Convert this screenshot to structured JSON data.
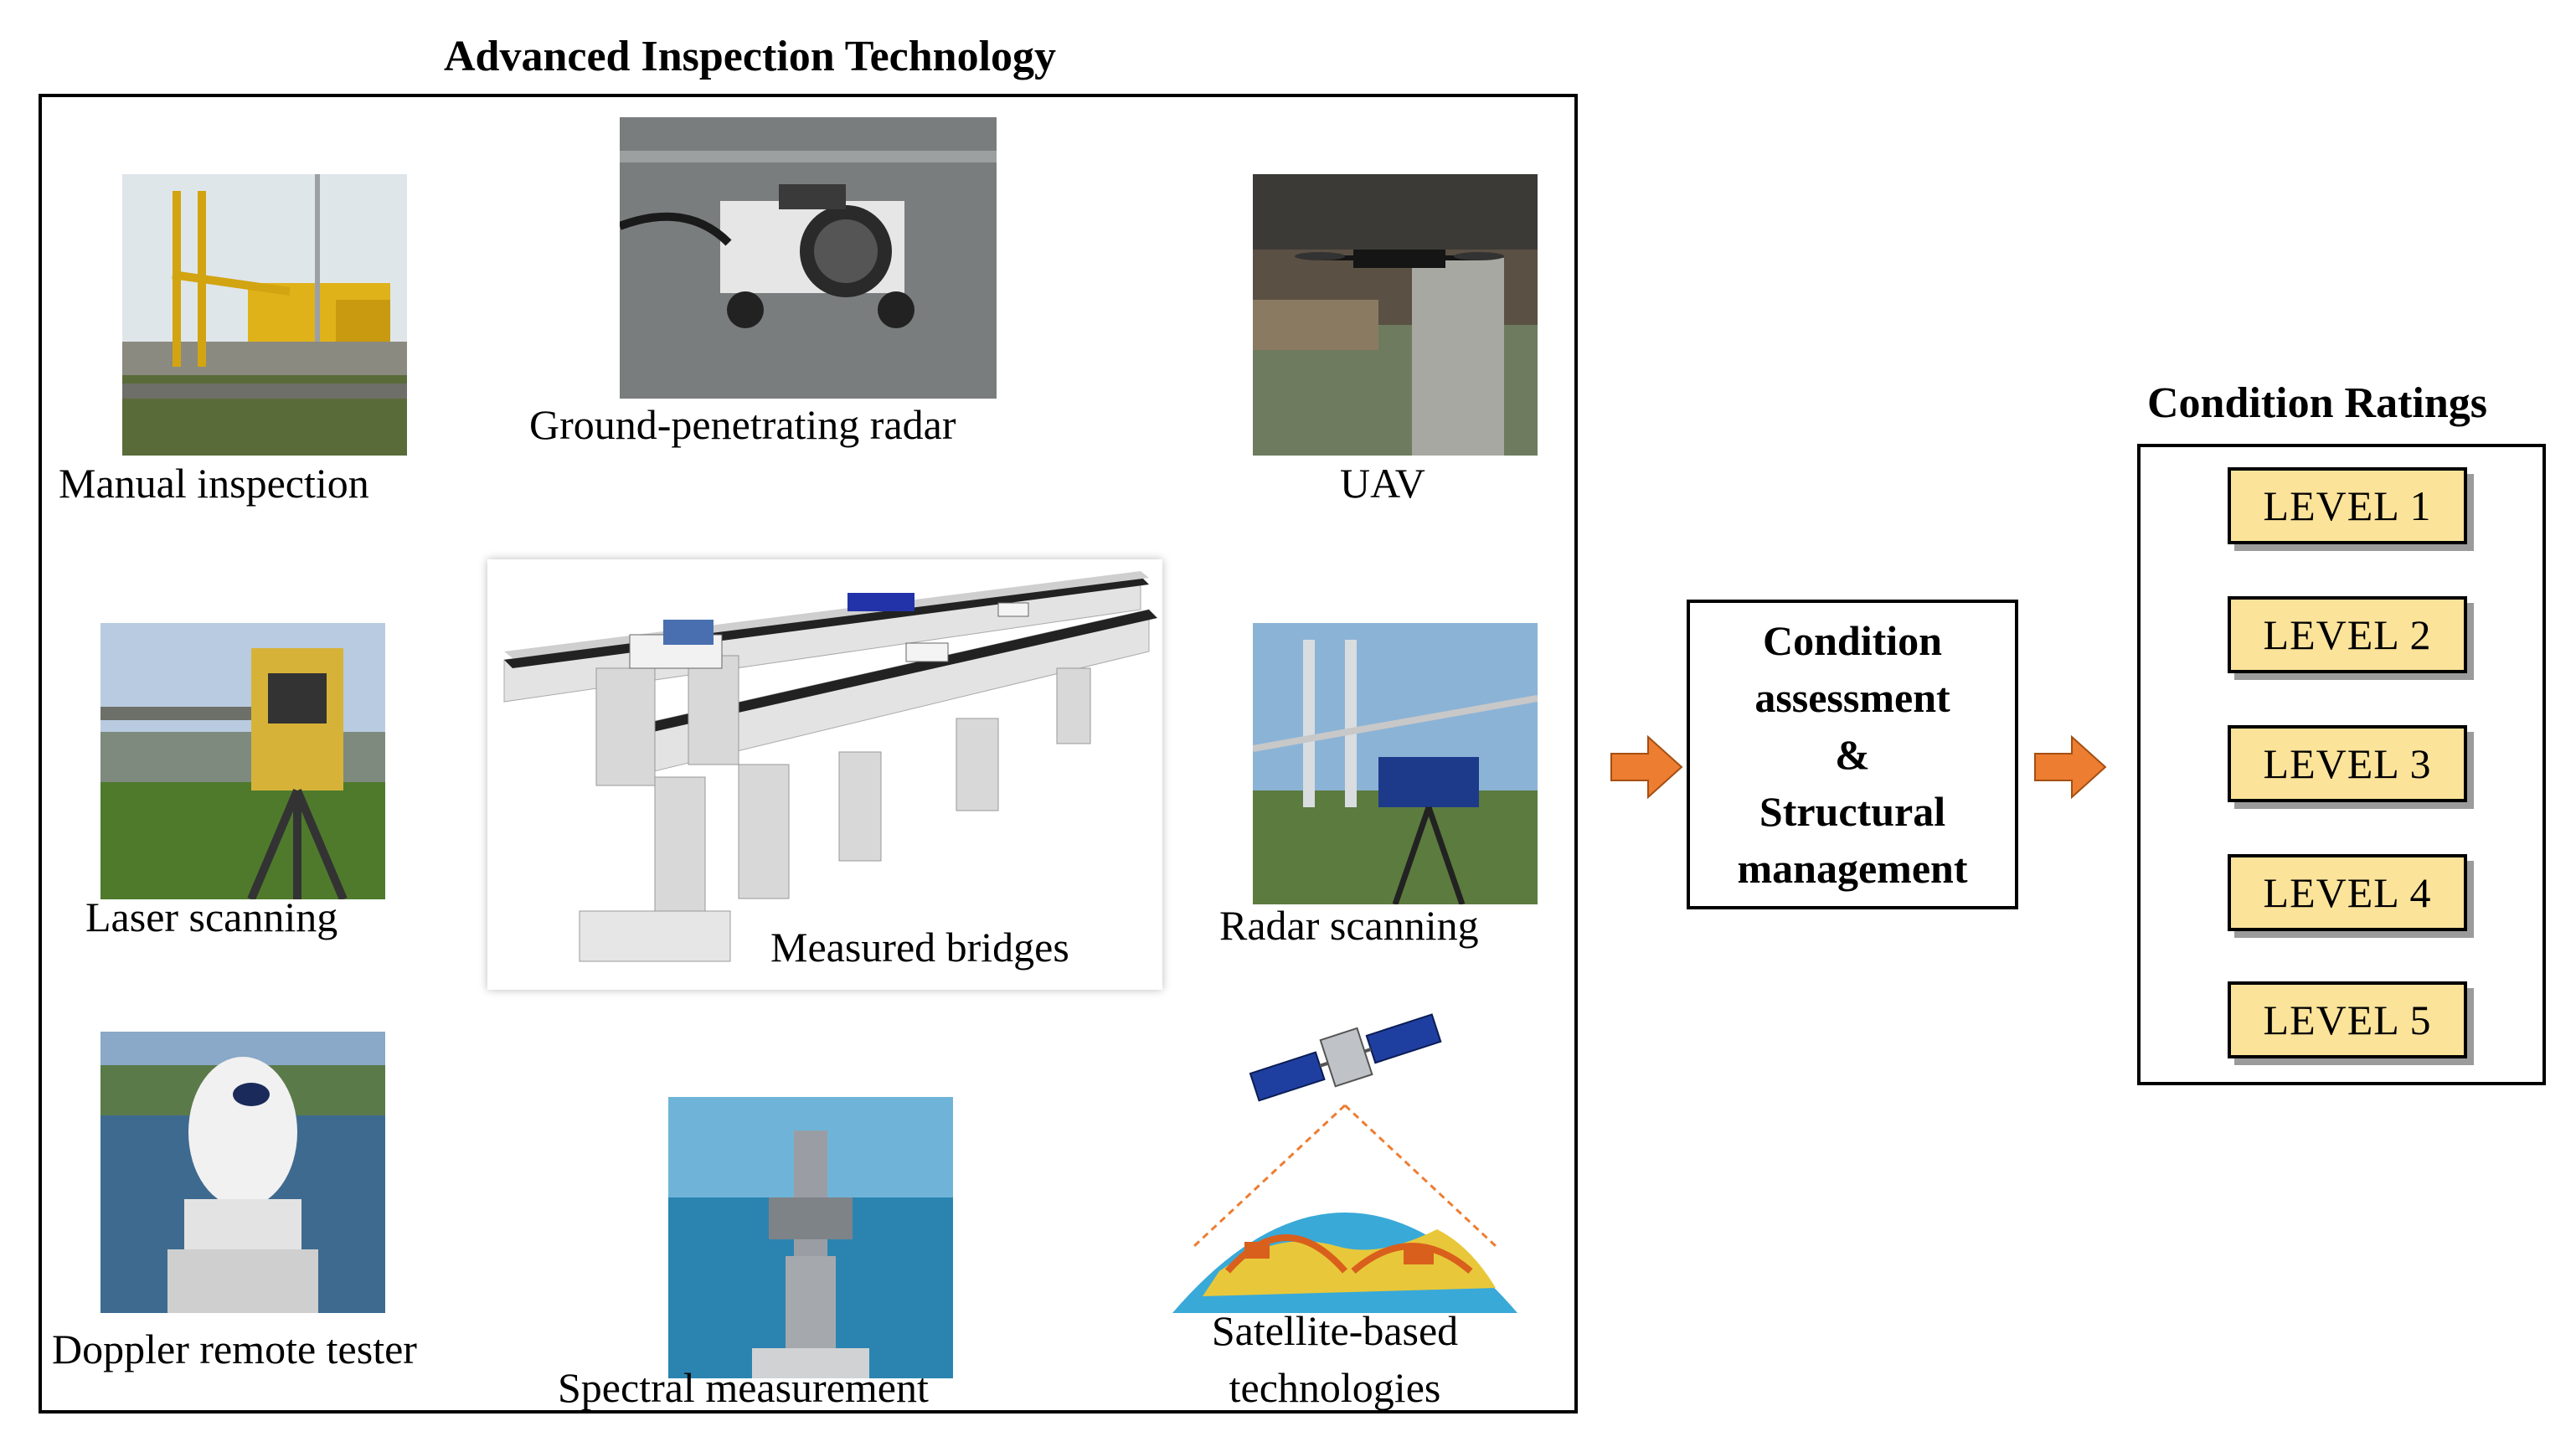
{
  "main": {
    "title": "Advanced Inspection Technology",
    "methods": {
      "manual": "Manual inspection",
      "gpr": "Ground-penetrating radar",
      "uav": "UAV",
      "laser": "Laser scanning",
      "radar": "Radar scanning",
      "doppler": "Doppler remote tester",
      "spectral": "Spectral measurement",
      "satellite_line1": "Satellite-based",
      "satellite_line2": "technologies"
    },
    "center_label": "Measured bridges"
  },
  "assessment": {
    "line1": "Condition",
    "line2": "assessment",
    "line3": "&",
    "line4": "Structural",
    "line5": "management"
  },
  "ratings": {
    "title": "Condition Ratings",
    "levels": [
      "LEVEL 1",
      "LEVEL 2",
      "LEVEL 3",
      "LEVEL 4",
      "LEVEL 5"
    ]
  },
  "colors": {
    "inspection_arrow": "#3a3aff",
    "flow_arrow": "#ed7d31",
    "level_fill": "#fbe39a"
  }
}
